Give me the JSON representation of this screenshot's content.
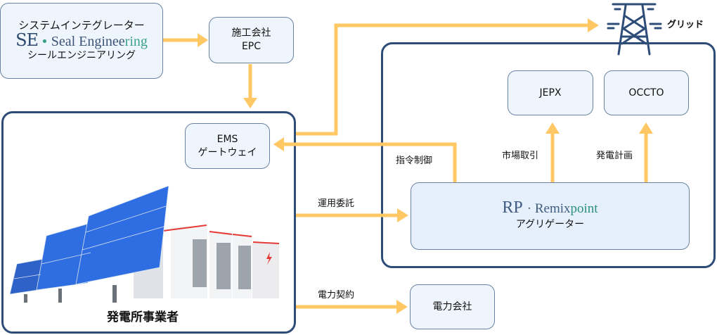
{
  "system_integrator": {
    "title": "システムインテグレーター",
    "logo_mark": "SE",
    "logo_text_main": "Seal Enginee",
    "logo_text_tail": "ring",
    "name_kana": "シールエンジニアリング"
  },
  "epc": {
    "line1": "施工会社",
    "line2": "EPC"
  },
  "grid": {
    "label": "グリッド",
    "icon": "power-tower-icon"
  },
  "ems": {
    "line1": "EMS",
    "line2": "ゲートウェイ"
  },
  "jepx": {
    "label": "JEPX"
  },
  "occto": {
    "label": "OCCTO"
  },
  "aggregator": {
    "logo_mark": "RP",
    "logo_text_main": "Remix",
    "logo_text_tail": "point",
    "role": "アグリゲーター"
  },
  "power_producer": {
    "label": "発電所事業者",
    "illustration": "solar-panels-and-battery-storage"
  },
  "power_company": {
    "label": "電力会社"
  },
  "flows": {
    "command_control": "指令制御",
    "market_trading": "市場取引",
    "generation_plan": "発電計画",
    "operation_consignment": "運用委託",
    "power_contract": "電力契約"
  },
  "colors": {
    "arrow": "#ffc864",
    "container_border": "#2d4c78",
    "box_fill": "#eff5fc",
    "box_border": "#6a82a2"
  }
}
